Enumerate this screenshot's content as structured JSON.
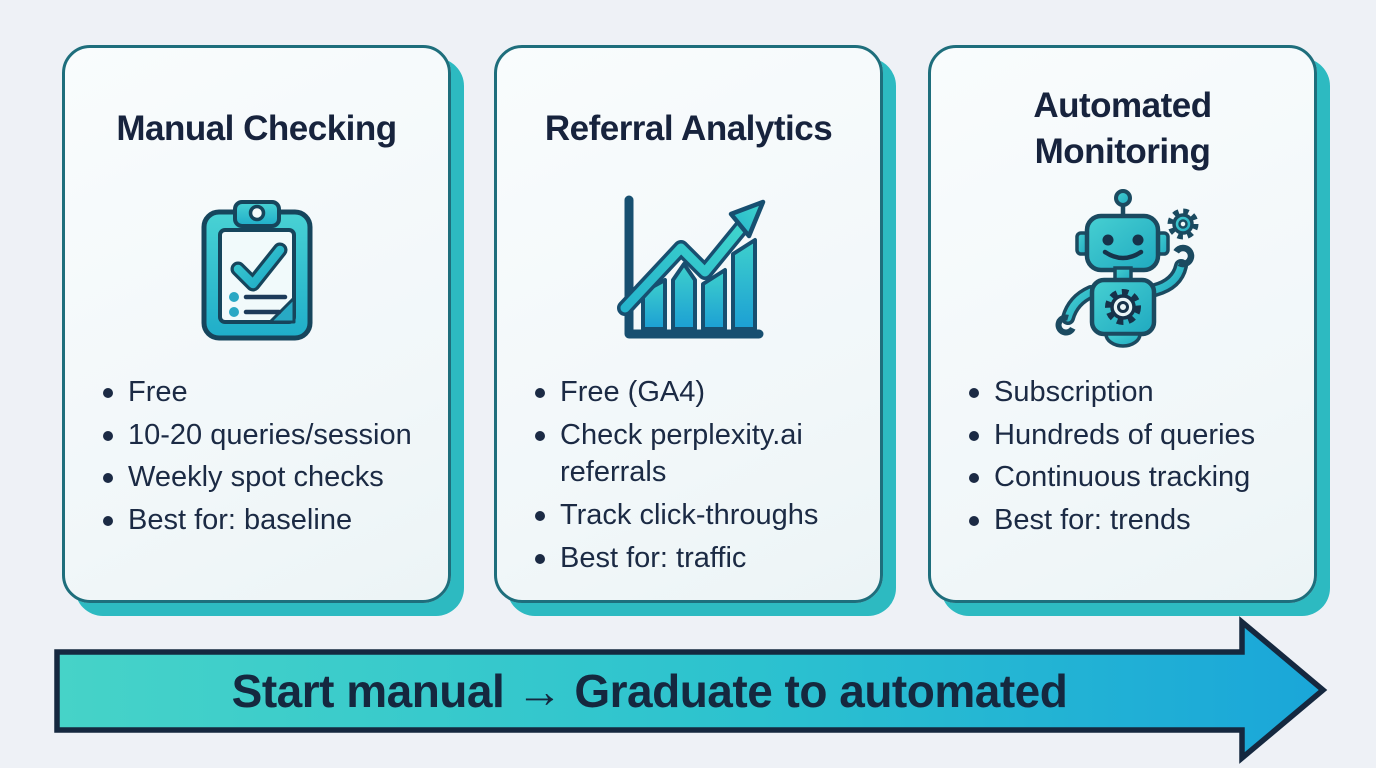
{
  "cards": [
    {
      "title": "Manual Checking",
      "icon": "clipboard-check-icon",
      "bullets": [
        "Free",
        "10-20 queries/session",
        "Weekly spot checks",
        "Best for: baseline"
      ]
    },
    {
      "title": "Referral Analytics",
      "icon": "growth-chart-icon",
      "bullets": [
        "Free (GA4)",
        "Check perplexity.ai referrals",
        "Track click-throughs",
        "Best for: traffic"
      ]
    },
    {
      "title": "Automated Monitoring",
      "icon": "robot-icon",
      "bullets": [
        "Subscription",
        "Hundreds of queries",
        "Continuous tracking",
        "Best for: trends"
      ]
    }
  ],
  "banner": {
    "text": "Start manual → Graduate to automated"
  },
  "colors": {
    "page_background": "#eef1f6",
    "card_background": "#f6fafb",
    "card_border": "#1e6e7c",
    "card_shadow": "#2dbac1",
    "title_text": "#17233d",
    "body_text": "#1b2a44",
    "icon_teal": "#3cc8cc",
    "icon_blue": "#1c9fd4",
    "icon_outline": "#16455c",
    "banner_gradient_start": "#46d3c8",
    "banner_gradient_end": "#1aa6d9",
    "banner_border": "#15283f"
  }
}
